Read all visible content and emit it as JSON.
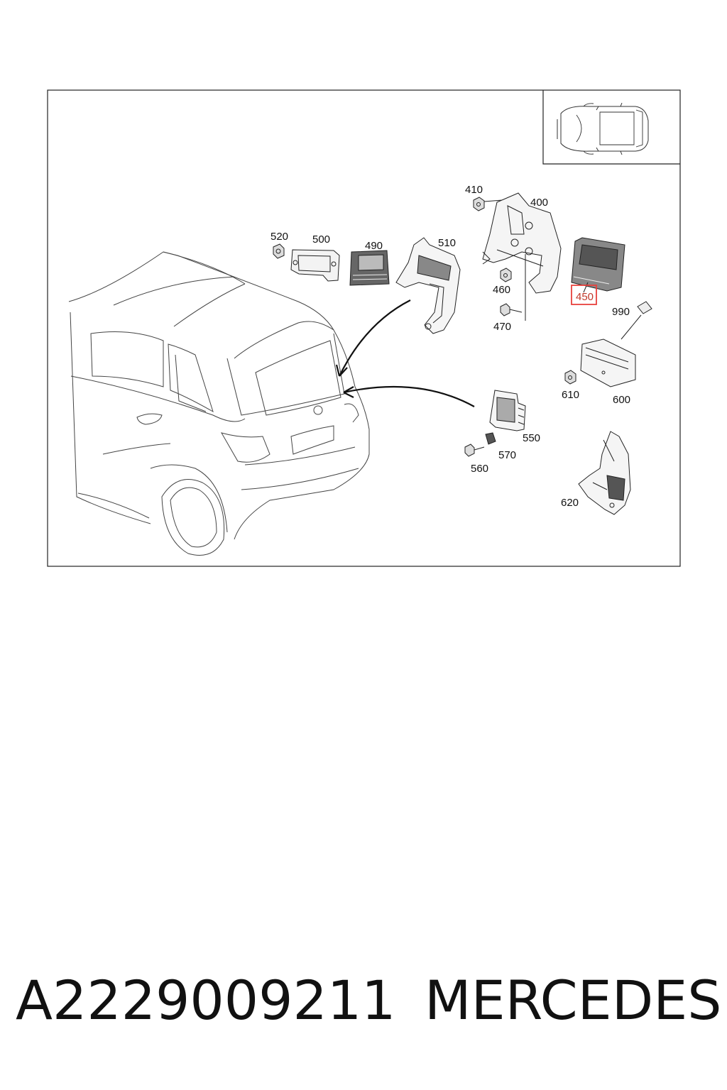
{
  "callouts": {
    "c410": "410",
    "c400": "400",
    "c520": "520",
    "c500": "500",
    "c490": "490",
    "c510": "510",
    "c460": "460",
    "c450": "450",
    "c470": "470",
    "c990": "990",
    "c610": "610",
    "c600": "600",
    "c550": "550",
    "c570": "570",
    "c560": "560",
    "c620": "620"
  },
  "highlighted_callout": "450",
  "highlight_color": "#e8413c",
  "footer": {
    "part_number": "A2229009211",
    "brand": "MERCEDES"
  }
}
